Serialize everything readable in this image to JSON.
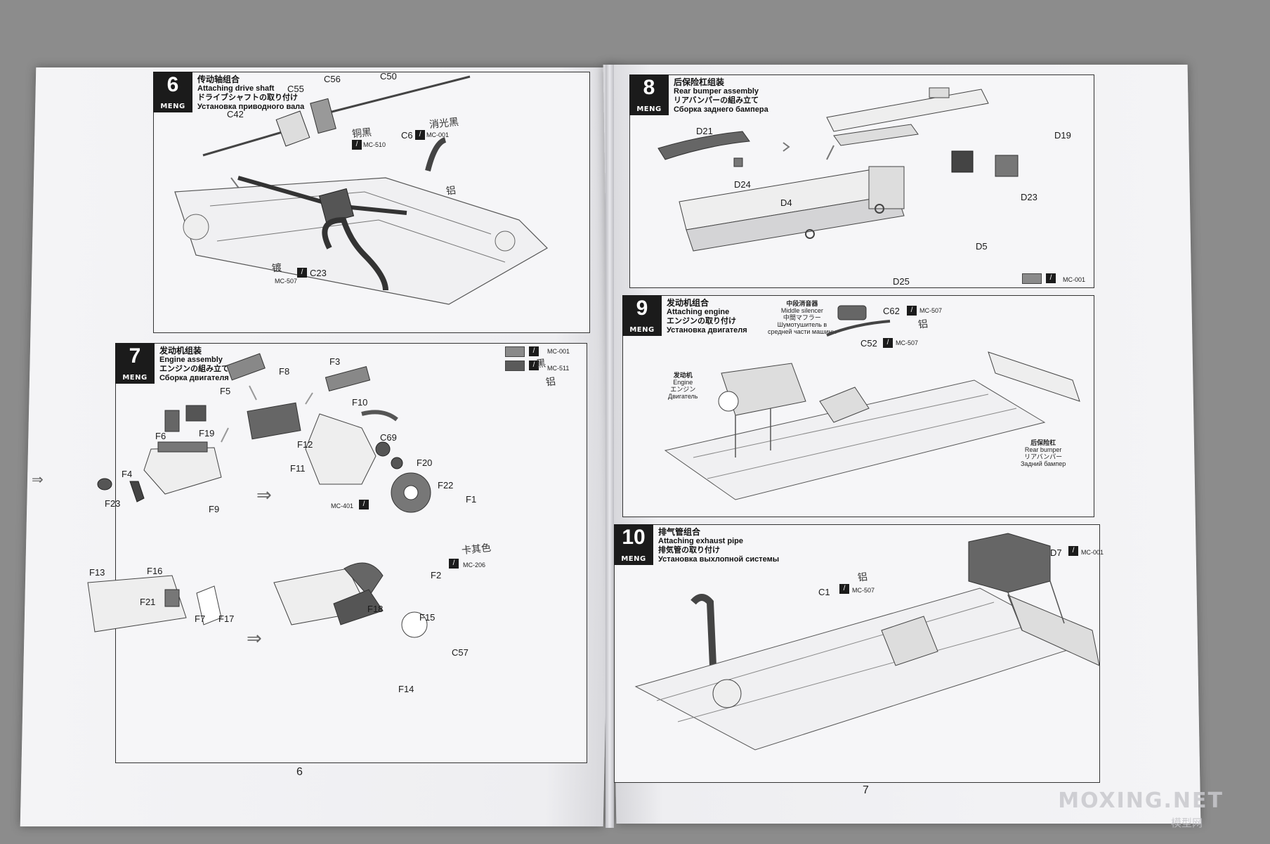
{
  "left_page": {
    "page_number": "6",
    "step6": {
      "number": "6",
      "logo": "MENG",
      "title_zh": "传动轴组合",
      "title_en": "Attaching drive shaft",
      "title_jp": "ドライブシャフトの取り付け",
      "title_ru": "Установка приводного вала",
      "parts": [
        "C42",
        "C55",
        "C56",
        "C50",
        "C6",
        "C23"
      ],
      "paint_codes": [
        "MC-510",
        "MC-001",
        "MC-507"
      ],
      "handwritten": [
        "铜黑",
        "消光黑",
        "镀",
        "铝"
      ]
    },
    "step7": {
      "number": "7",
      "logo": "MENG",
      "title_zh": "发动机组装",
      "title_en": "Engine assembly",
      "title_jp": "エンジンの組み立て",
      "title_ru": "Сборка двигателя",
      "legend": [
        {
          "code": "MC-001",
          "color": "#8a8a8a"
        },
        {
          "code": "MC-511",
          "color": "#5a5a5a"
        }
      ],
      "parts": [
        "F8",
        "F3",
        "F5",
        "F10",
        "F12",
        "F11",
        "F6",
        "F19",
        "C69",
        "F20",
        "F4",
        "F22",
        "F9",
        "F23",
        "F1",
        "F13",
        "F16",
        "F2",
        "F21",
        "F7",
        "F17",
        "F18",
        "F15",
        "C57",
        "F14"
      ],
      "paint_codes": [
        "MC-401",
        "MC-206"
      ],
      "handwritten": [
        "黑",
        "铝",
        "卡其色"
      ]
    }
  },
  "right_page": {
    "page_number": "7",
    "step8": {
      "number": "8",
      "logo": "MENG",
      "title_zh": "后保险杠组装",
      "title_en": "Rear bumper assembly",
      "title_jp": "リアバンパーの組み立て",
      "title_ru": "Сборка заднего бампера",
      "parts": [
        "D21",
        "D24",
        "D19",
        "D23",
        "D4",
        "D5",
        "D25"
      ],
      "legend": {
        "code": "MC-001",
        "color": "#8a8a8a"
      }
    },
    "step9": {
      "number": "9",
      "logo": "MENG",
      "title_zh": "发动机组合",
      "title_en": "Attaching engine",
      "title_jp": "エンジンの取り付け",
      "title_ru": "Установка двигателя",
      "middle_silencer": [
        "中段消音器",
        "Middle silencer",
        "中間マフラー",
        "Шумотушитель в",
        "средней части машины"
      ],
      "engine_label": [
        "发动机",
        "Engine",
        "エンジン",
        "Двигатель"
      ],
      "rear_bumper_label": [
        "后保险杠",
        "Rear bumper",
        "リアバンパー",
        "Задний бампер"
      ],
      "parts": [
        "C62",
        "C52"
      ],
      "paint_codes": [
        "MC-507",
        "MC-507"
      ],
      "handwritten": [
        "铝"
      ]
    },
    "step10": {
      "number": "10",
      "logo": "MENG",
      "title_zh": "排气管组合",
      "title_en": "Attaching exhaust pipe",
      "title_jp": "排気管の取り付け",
      "title_ru": "Установка выхлопной системы",
      "parts": [
        "D7",
        "C1"
      ],
      "paint_codes": [
        "MC-001",
        "MC-507"
      ],
      "handwritten": [
        "铝"
      ]
    }
  },
  "watermark": {
    "main": "MOXING.NET",
    "sub": "模型网"
  }
}
